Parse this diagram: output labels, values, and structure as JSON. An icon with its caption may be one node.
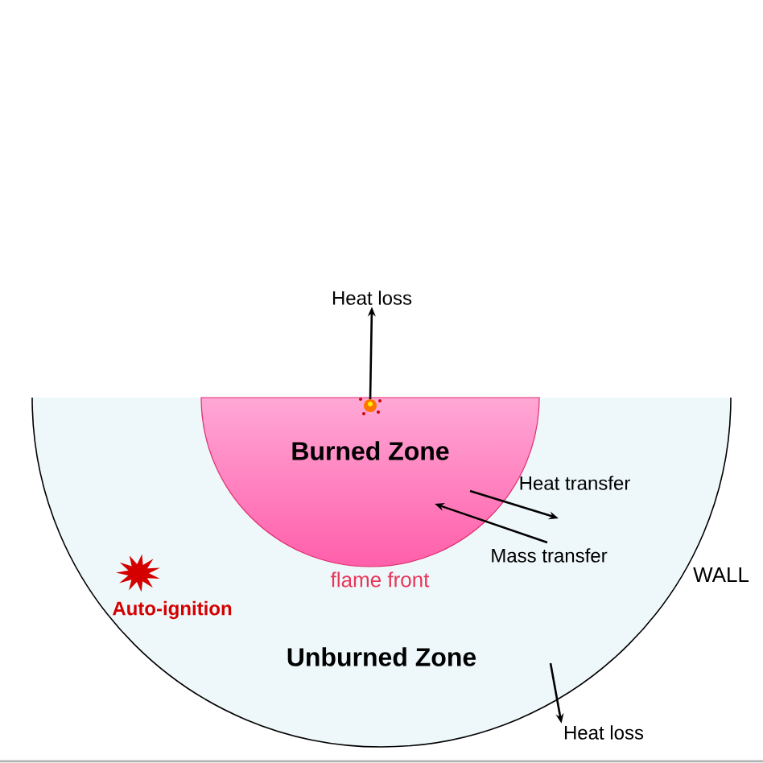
{
  "diagram": {
    "nodes": [
      {
        "text": [
          "Unburned Zone"
        ]
      },
      {
        "text": [
          "Burned Zone"
        ],
        "in": 0,
        "beside": [
          "flame front"
        ]
      },
      {
        "text": [
          "Heat loss"
        ]
      },
      {
        "text": [
          "Heat loss"
        ]
      }
    ],
    "edges": [
      {
        "from": 1,
        "to": 2,
        "arrow": "to"
      },
      {
        "from": 1,
        "to": null,
        "arrow": "to",
        "label": "Heat transfer"
      },
      {
        "from": null,
        "to": 1,
        "arrow": "to",
        "label": "Mass transfer"
      },
      {
        "from": null,
        "to": 3,
        "arrow": "to"
      }
    ],
    "labels": [
      "WALL",
      "Auto-ignition"
    ]
  }
}
